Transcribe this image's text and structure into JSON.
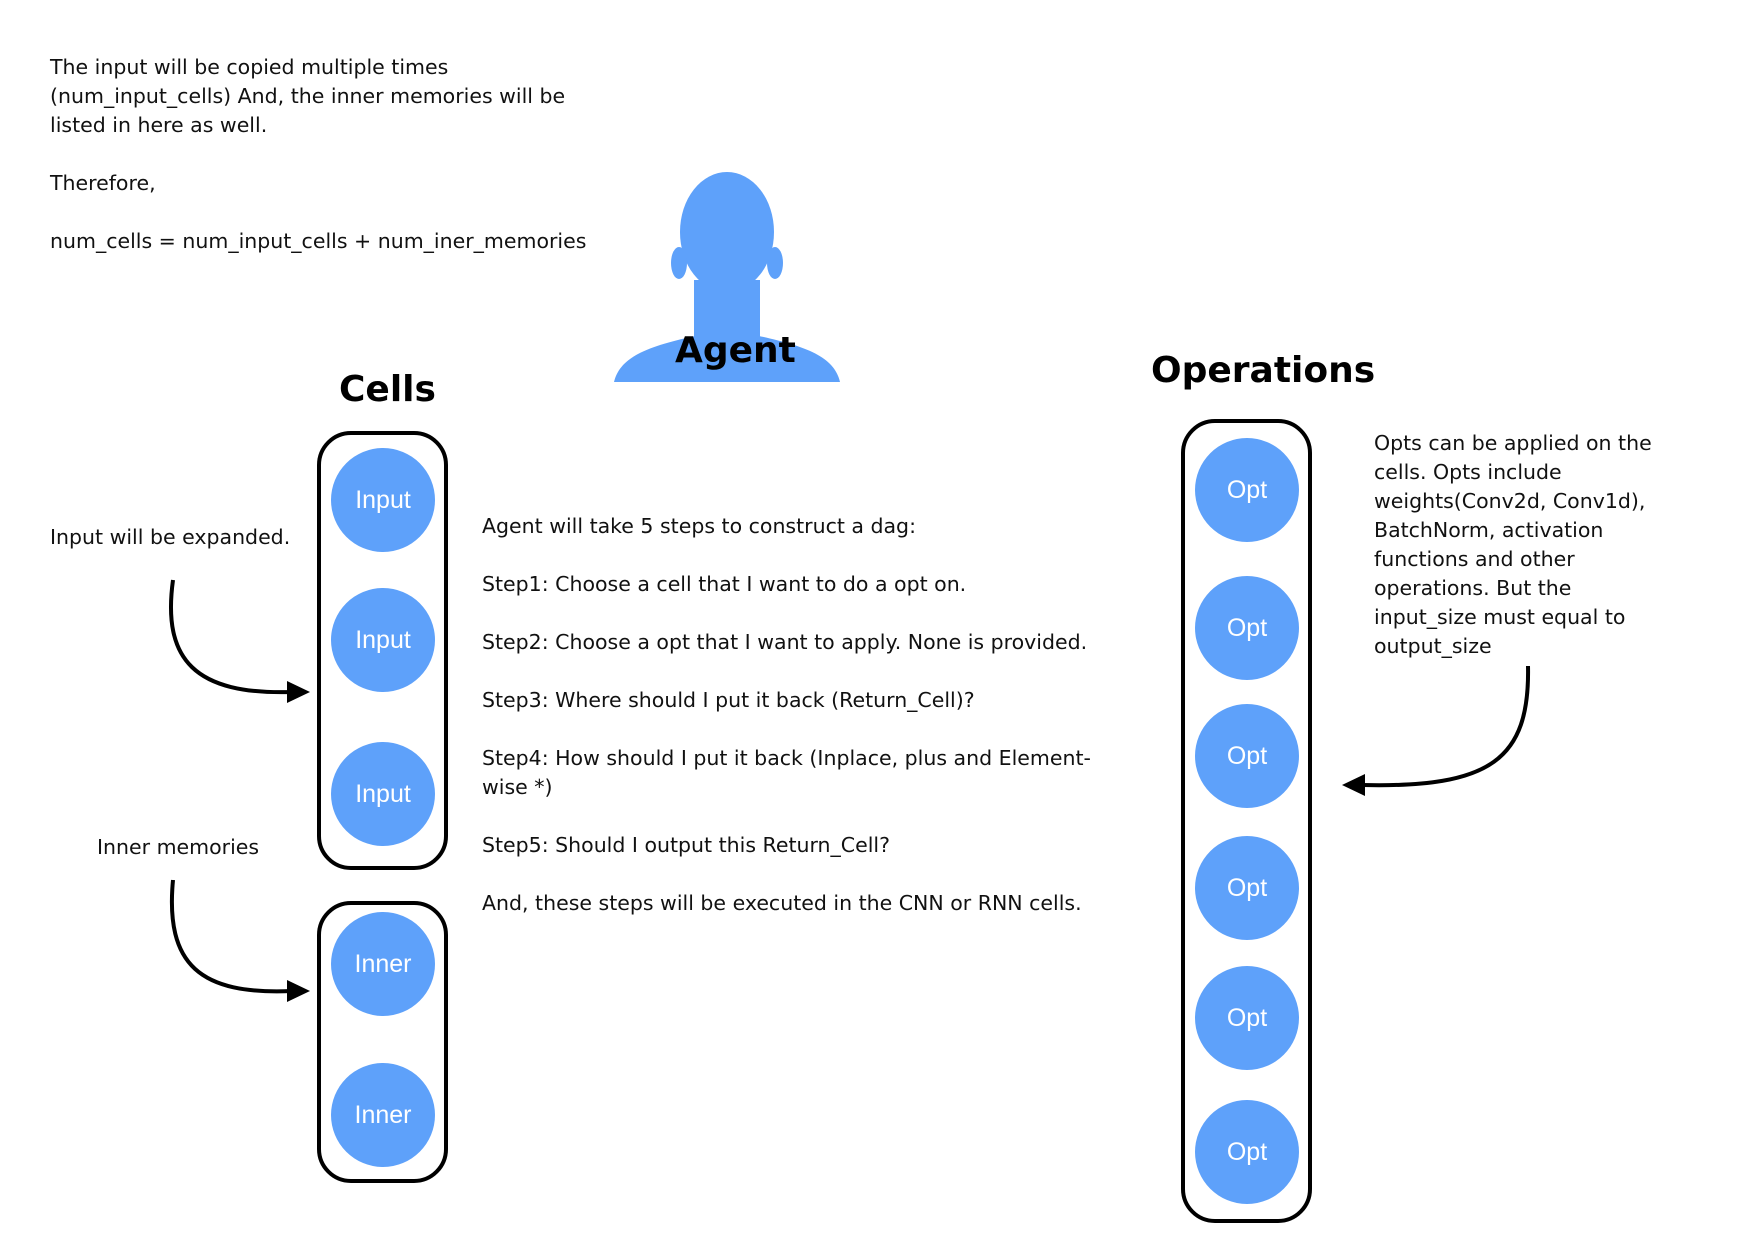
{
  "colors": {
    "node_fill": "#5ea1fa",
    "agent_fill": "#5ea1fa",
    "stroke": "#000000",
    "text": "#111111"
  },
  "top_note": {
    "text": "The input will be copied multiple times\n(num_input_cells) And, the inner memories will be\nlisted in here as well.\n\nTherefore,\n\nnum_cells = num_input_cells + num_iner_memories"
  },
  "agent": {
    "icon": "person-silhouette-icon",
    "label": "Agent"
  },
  "cells": {
    "title": "Cells",
    "input_nodes": [
      "Input",
      "Input",
      "Input"
    ],
    "inner_nodes": [
      "Inner",
      "Inner"
    ]
  },
  "operations": {
    "title": "Operations",
    "nodes": [
      "Opt",
      "Opt",
      "Opt",
      "Opt",
      "Opt",
      "Opt"
    ]
  },
  "annotations": {
    "input_expanded": "Input will be expanded.",
    "inner_memories": "Inner memories",
    "opts_note": "Opts can be applied on the\ncells. Opts include\nweights(Conv2d, Conv1d),\nBatchNorm, activation\nfunctions and other\noperations. But the\ninput_size must equal to\noutput_size"
  },
  "steps": {
    "intro": "Agent will take 5 steps to construct a dag:",
    "step1": "Step1: Choose a cell that I want to do a opt on.",
    "step2": "Step2: Choose a opt that I want to apply. None is provided.",
    "step3": "Step3: Where should I put it back (Return_Cell)?",
    "step4": "Step4: How should I put it back (Inplace, plus and Element-wise *)",
    "step5": "Step5: Should I output this Return_Cell?",
    "outro": "And, these steps will be executed in the CNN or RNN cells."
  }
}
